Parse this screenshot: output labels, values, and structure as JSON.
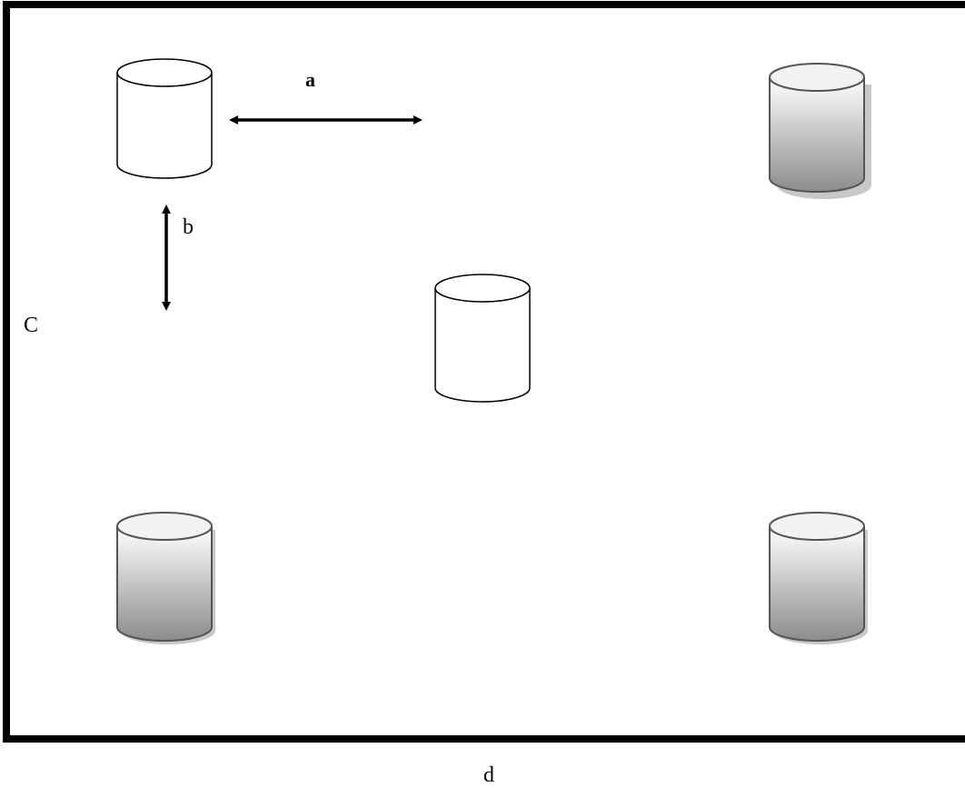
{
  "labels": {
    "a": "a",
    "b": "b",
    "c": "C",
    "d": "d"
  },
  "cylinders": [
    {
      "id": "top-left",
      "style": "white"
    },
    {
      "id": "top-right",
      "style": "gray-gradient"
    },
    {
      "id": "center",
      "style": "white"
    },
    {
      "id": "bottom-left",
      "style": "gray-gradient"
    },
    {
      "id": "bottom-right",
      "style": "gray-gradient"
    }
  ],
  "colors": {
    "frame": "#000000",
    "outline": "#000000",
    "shaded_outline": "#555555",
    "gradient_top": "#ffffff",
    "gradient_bottom": "#8c8c8c",
    "shadow": "#c8c8c8"
  }
}
